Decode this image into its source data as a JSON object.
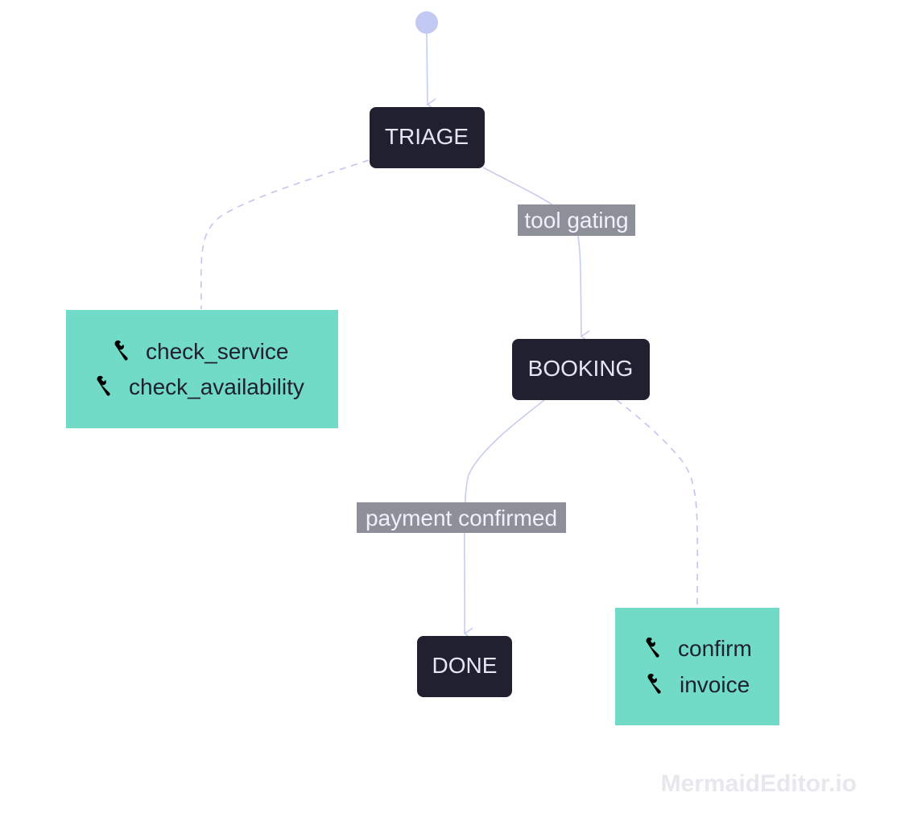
{
  "colors": {
    "state_fill": "#20202e",
    "state_text": "#e4e6f5",
    "note_fill": "#72dbc8",
    "edge": "#c7cdee",
    "start_dot": "#c2c9f3",
    "edge_label_bg": "#8e9099"
  },
  "states": {
    "triage": "TRIAGE",
    "booking": "BOOKING",
    "done": "DONE"
  },
  "transitions": {
    "triage_to_booking": "tool gating",
    "booking_to_done": "payment confirmed"
  },
  "notes": {
    "triage_tools": [
      {
        "icon": "wrench-icon",
        "text": "check_service"
      },
      {
        "icon": "wrench-icon",
        "text": "check_availability"
      }
    ],
    "booking_tools": [
      {
        "icon": "wrench-icon",
        "text": "confirm"
      },
      {
        "icon": "wrench-icon",
        "text": "invoice"
      }
    ]
  },
  "watermark": "MermaidEditor.io"
}
